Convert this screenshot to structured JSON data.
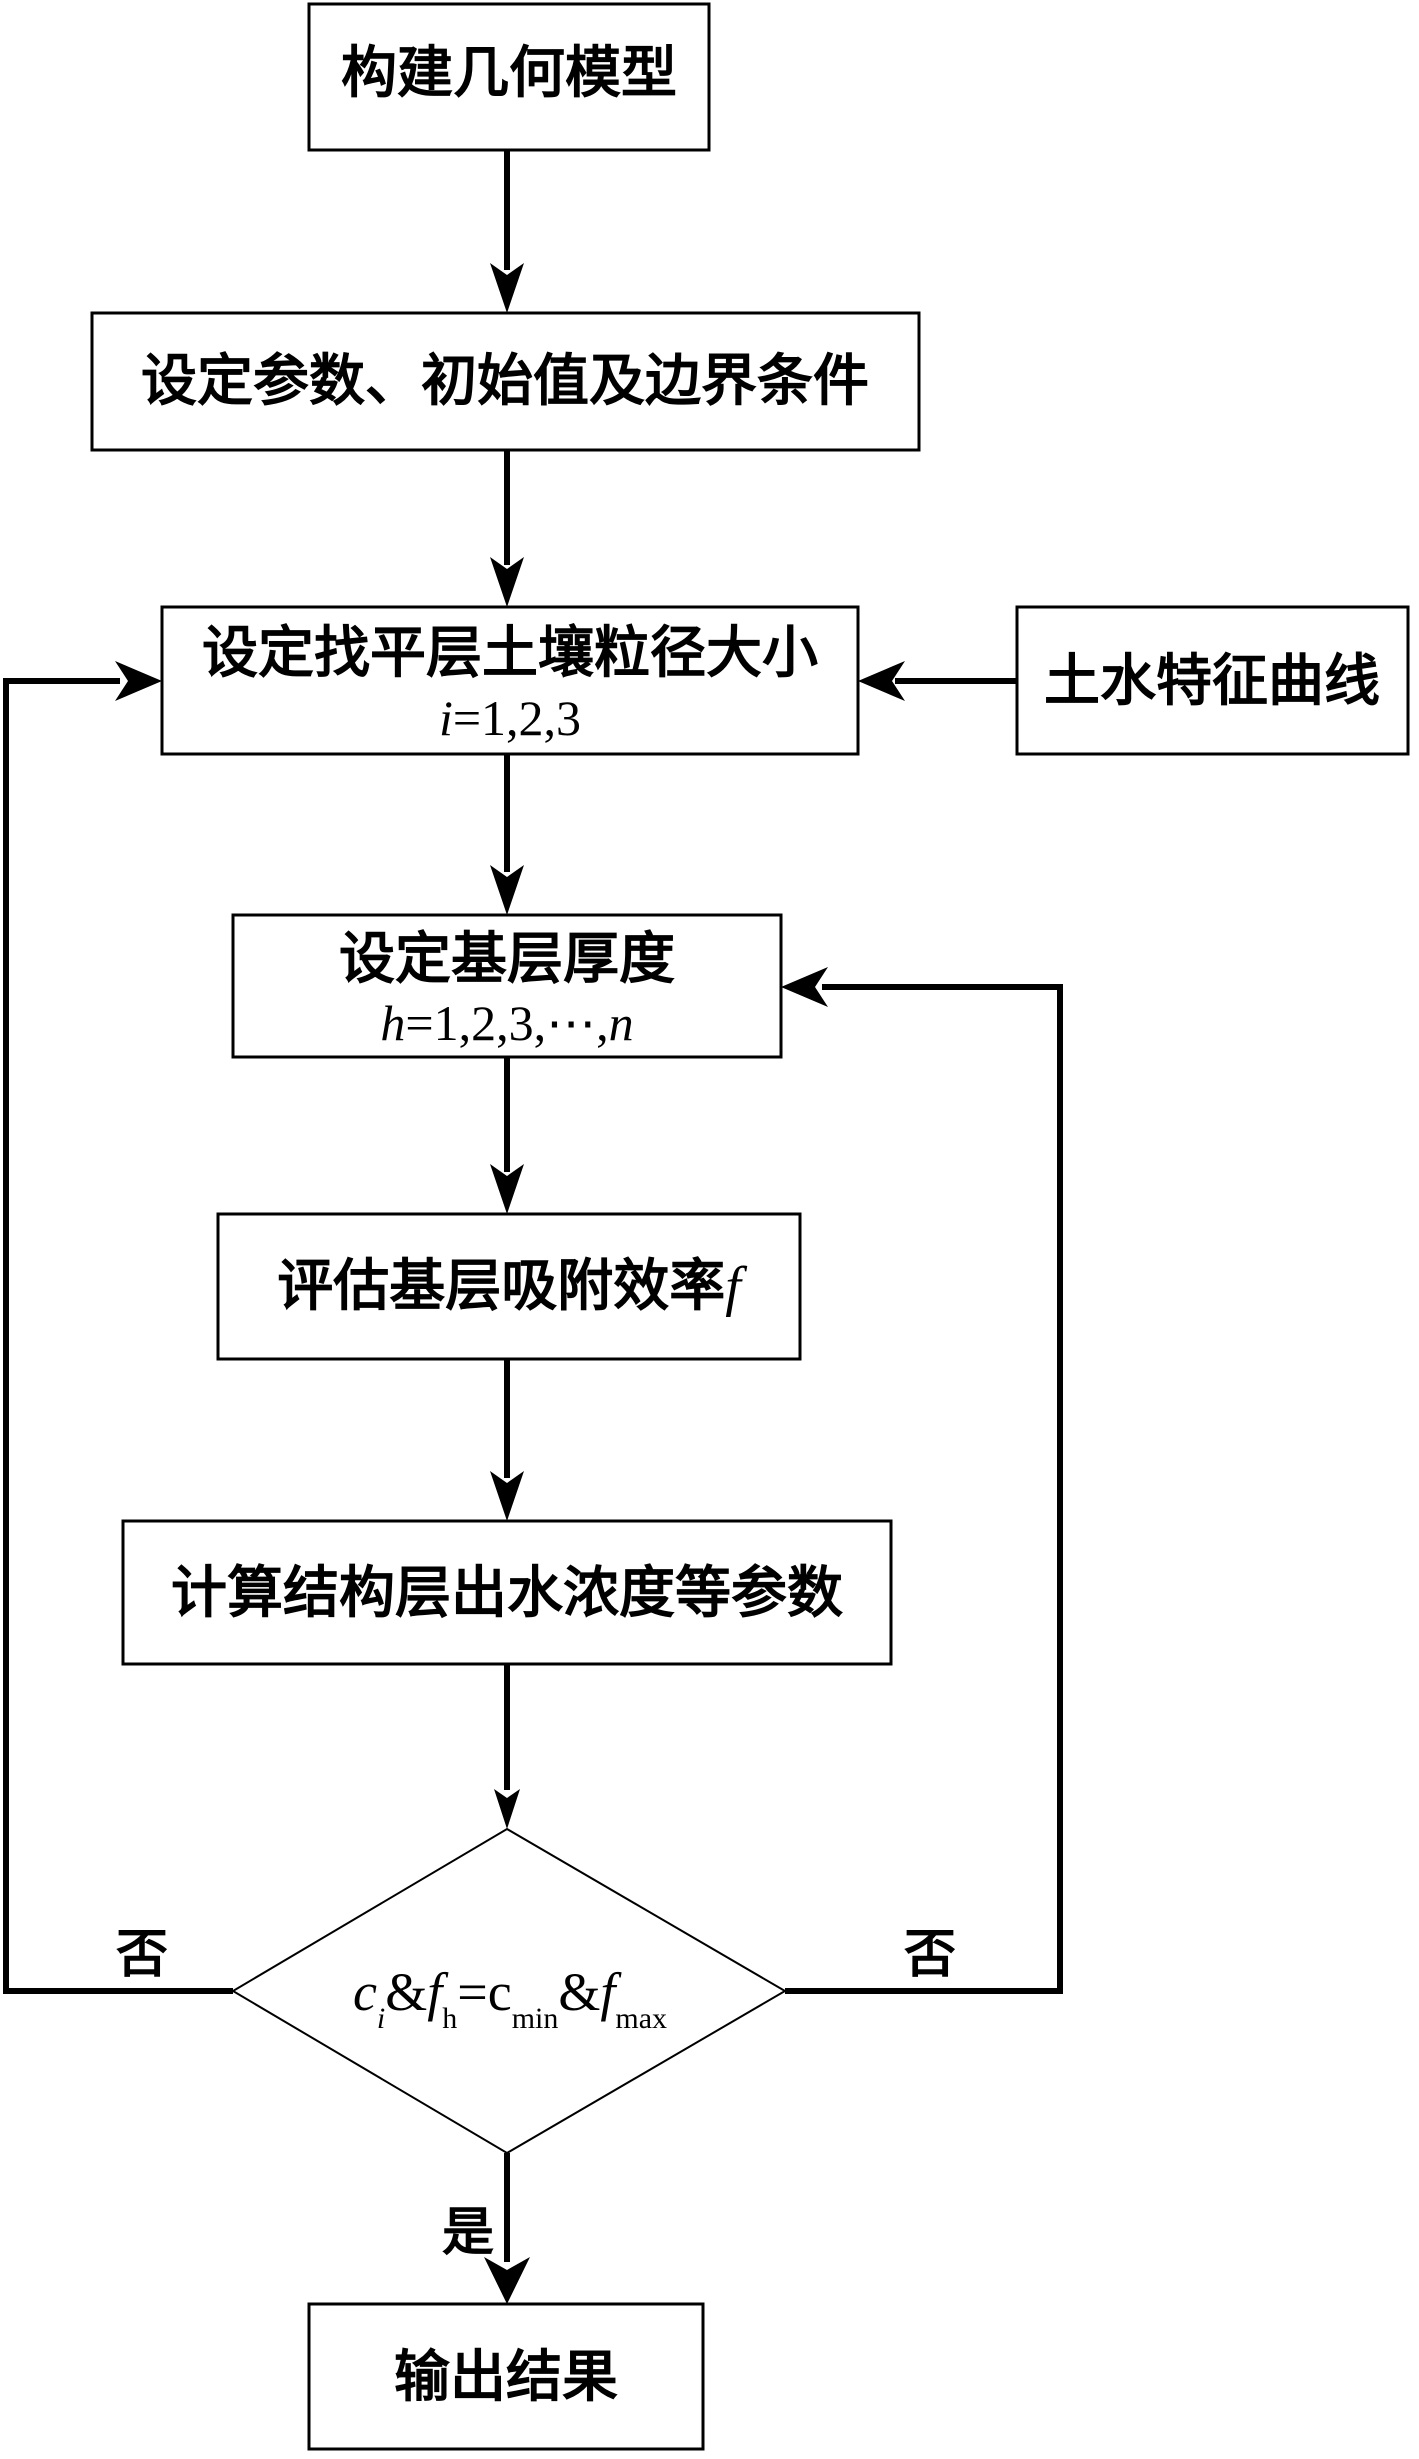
{
  "diagram": {
    "type": "flowchart",
    "nodes": {
      "build_model": {
        "label": "构建几何模型"
      },
      "set_params": {
        "label": "设定参数、初始值及边界条件"
      },
      "set_particle": {
        "label": "设定找平层土壤粒径大小",
        "var": "i",
        "range": "=1,2,3"
      },
      "swcc": {
        "label": "土水特征曲线"
      },
      "set_thickness": {
        "label": "设定基层厚度",
        "var": "h",
        "range": "=1,2,3,⋯,",
        "range_end": "n"
      },
      "eval_eff": {
        "label": "评估基层吸附效率",
        "var": "f"
      },
      "compute": {
        "label": "计算结构层出水浓度等参数"
      },
      "decision": {
        "c": "c",
        "c_sub": "i",
        "amp1": "&",
        "f": "f",
        "f_sub": "h",
        "eq": "=c",
        "cmin_sub": "min",
        "amp2": "&",
        "f2": "f",
        "fmax_sub": "max"
      },
      "output": {
        "label": "输出结果"
      }
    },
    "edge_labels": {
      "no_left": "否",
      "no_right": "否",
      "yes": "是"
    }
  }
}
